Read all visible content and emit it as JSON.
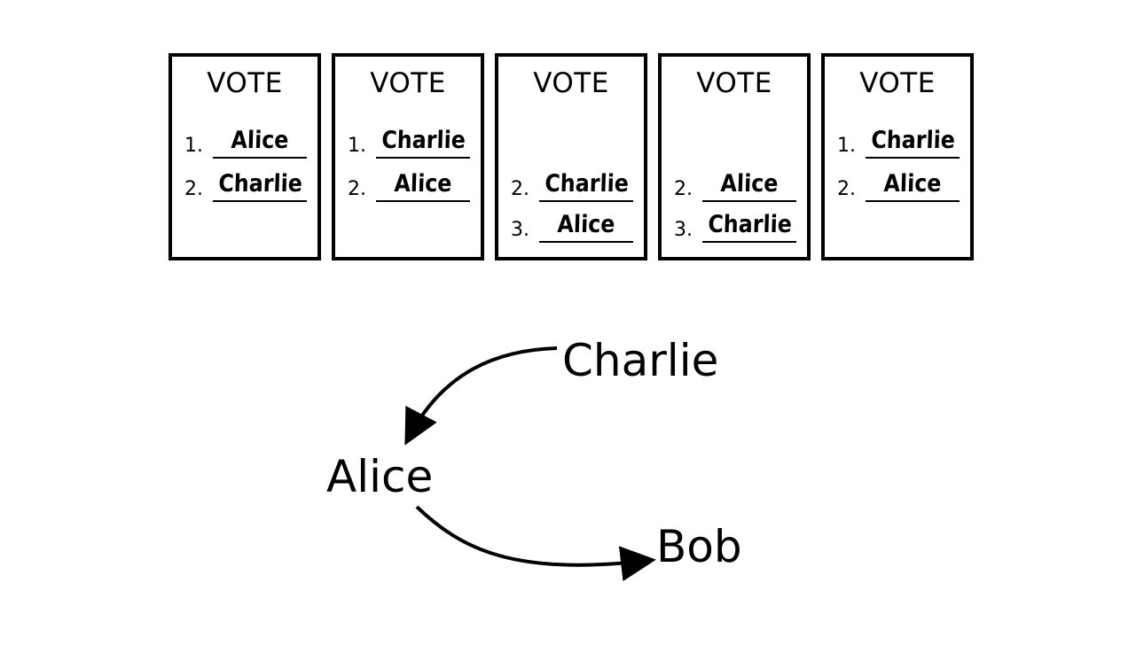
{
  "ballots": [
    {
      "title": "VOTE",
      "rows": [
        {
          "num": "1.",
          "name": "Alice"
        },
        {
          "num": "2.",
          "name": "Charlie"
        }
      ]
    },
    {
      "title": "VOTE",
      "rows": [
        {
          "num": "1.",
          "name": "Charlie"
        },
        {
          "num": "2.",
          "name": "Alice"
        }
      ]
    },
    {
      "title": "VOTE",
      "rows": [
        {
          "num": "2.",
          "name": "Charlie"
        },
        {
          "num": "3.",
          "name": "Alice"
        }
      ]
    },
    {
      "title": "VOTE",
      "rows": [
        {
          "num": "2.",
          "name": "Alice"
        },
        {
          "num": "3.",
          "name": "Charlie"
        }
      ]
    },
    {
      "title": "VOTE",
      "rows": [
        {
          "num": "1.",
          "name": "Charlie"
        },
        {
          "num": "2.",
          "name": "Alice"
        }
      ]
    }
  ],
  "graph": {
    "nodes": {
      "charlie": "Charlie",
      "alice": "Alice",
      "bob": "Bob"
    },
    "edges": [
      {
        "from": "Charlie",
        "to": "Alice"
      },
      {
        "from": "Alice",
        "to": "Bob"
      }
    ]
  },
  "colors": {
    "ink": "#000000",
    "background": "#ffffff"
  }
}
